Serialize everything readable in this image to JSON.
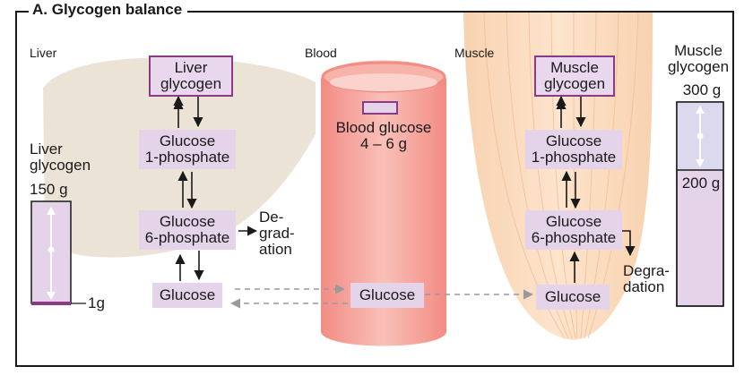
{
  "title": "A. Glycogen balance",
  "regions": {
    "liver": "Liver",
    "blood": "Blood",
    "muscle": "Muscle"
  },
  "liver": {
    "glycogen_box": "Liver\nglycogen",
    "g1p_box": "Glucose\n1-phosphate",
    "g6p_box": "Glucose\n6-phosphate",
    "glucose_box": "Glucose",
    "degradation": "De-\ngrad-\nation",
    "store_label": "Liver\nglycogen",
    "store_amount": "150 g",
    "store_min": "1g"
  },
  "blood": {
    "marker_label": "Blood glucose\n4 – 6 g",
    "glucose_box": "Glucose"
  },
  "muscle": {
    "glycogen_box": "Muscle\nglycogen",
    "g1p_box": "Glucose\n1-phosphate",
    "g6p_box": "Glucose\n6-phosphate",
    "glucose_box": "Glucose",
    "degradation": "Degra-\ndation",
    "store_label": "Muscle\nglycogen",
    "store_amount": "300 g",
    "store_min": "200 g"
  },
  "colors": {
    "box_fill": "#e5d3ea",
    "box_border": "#8a3a86",
    "liver_fill": "#ece3d7",
    "blood_fill": "#f6a8a0",
    "muscle_fill": "#fbd8b8",
    "dashed_arrow": "#9a9a9a"
  }
}
